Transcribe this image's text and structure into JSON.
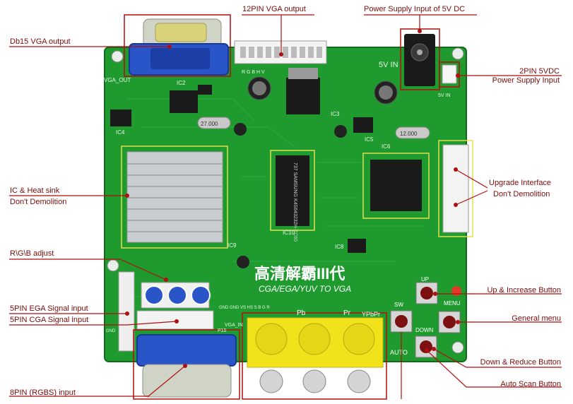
{
  "labels": {
    "vga12": "12PIN VGA output",
    "power5v": "Power Supply Input of 5V DC",
    "db15": "Db15 VGA output",
    "pin2_a": "2PIN 5VDC",
    "pin2_b": "Power Supply Input",
    "ic_a": "IC & Heat sink",
    "ic_b": "Don't Demolition",
    "upgrade_a": "Upgrade Interface",
    "upgrade_b": "Don't Demolition",
    "rgb_adj": "R\\G\\B  adjust",
    "up_btn": "Up & Increase Button",
    "menu_btn": "General menu",
    "ega": "5PIN EGA Signal input",
    "cga": "5PIN CGA Signal input",
    "down_btn": "Down & Reduce Button",
    "auto_btn": "Auto Scan Button",
    "rgbs": "8PIN (RGBS) input"
  },
  "board": {
    "chinese_text": "高清解霸III代",
    "subtitle": "CGA/EGA/YUV TO VGA",
    "pb": "Pb",
    "pr": "Pr",
    "ypbpr": "YPbPr",
    "vga_out": "VGA_OUT",
    "vga_in": "VGA_IN",
    "p10": "P10",
    "five_v_in": "5V IN",
    "five_v_in2": "5V IN",
    "ic2": "IC2",
    "ic3": "IC3",
    "ic4": "IC4",
    "ic5": "IC5",
    "ic6": "IC6",
    "ic8": "IC8",
    "ic9": "IC9",
    "ic10": "IC10",
    "crystal1": "27.000",
    "crystal2": "12.000",
    "ram_text": "737 SAMSUNG K4S643232H-TC60",
    "sw": "SW",
    "up": "UP",
    "menu": "MENU",
    "down": "DOWN",
    "auto": "AUTO",
    "pins_rgbhv": "R G B H V",
    "pin_gnd_row": "GND GND VS HS S B G R",
    "gnd": "GND"
  },
  "colors": {
    "pcb": "#1f9a2f",
    "pcb_dark": "#157a22",
    "annotation": "#b10f0f",
    "label_text": "#7a0c0c",
    "vga_blue": "#2a55c8",
    "rca_yellow": "#f2e21c",
    "heat_sink": "#c9ccd0"
  }
}
